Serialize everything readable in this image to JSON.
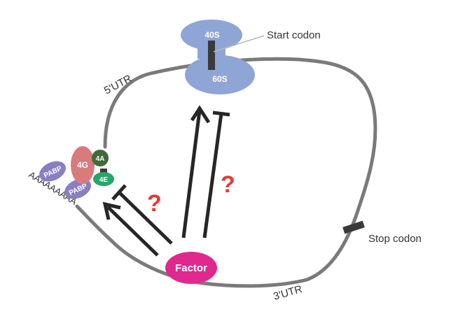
{
  "ribosome": {
    "small_subunit": "40S",
    "large_subunit": "60S"
  },
  "labels": {
    "start_codon": "Start codon",
    "stop_codon": "Stop codon",
    "utr5": "5'UTR",
    "utr3": "3'UTR",
    "poly_a": "AAAAAAAAA"
  },
  "cap_complex": {
    "eif4g": "4G",
    "eif4a": "4A",
    "eif4e": "4E"
  },
  "pabp": [
    "PABP",
    "PABP"
  ],
  "factor": {
    "label": "Factor"
  },
  "question_mark": "?",
  "colors": {
    "mrna": "#7a7a7a",
    "ribosome": "#8fa5d6",
    "codon_marker": "#3a3a3a",
    "eif4g": "#d97b7d",
    "eif4a": "#3f6b3c",
    "eif4e": "#2aa56a",
    "pabp": "#8a7fc2",
    "factor": "#e0288f",
    "arrow": "#262626",
    "question_mark": "#e23b35"
  }
}
